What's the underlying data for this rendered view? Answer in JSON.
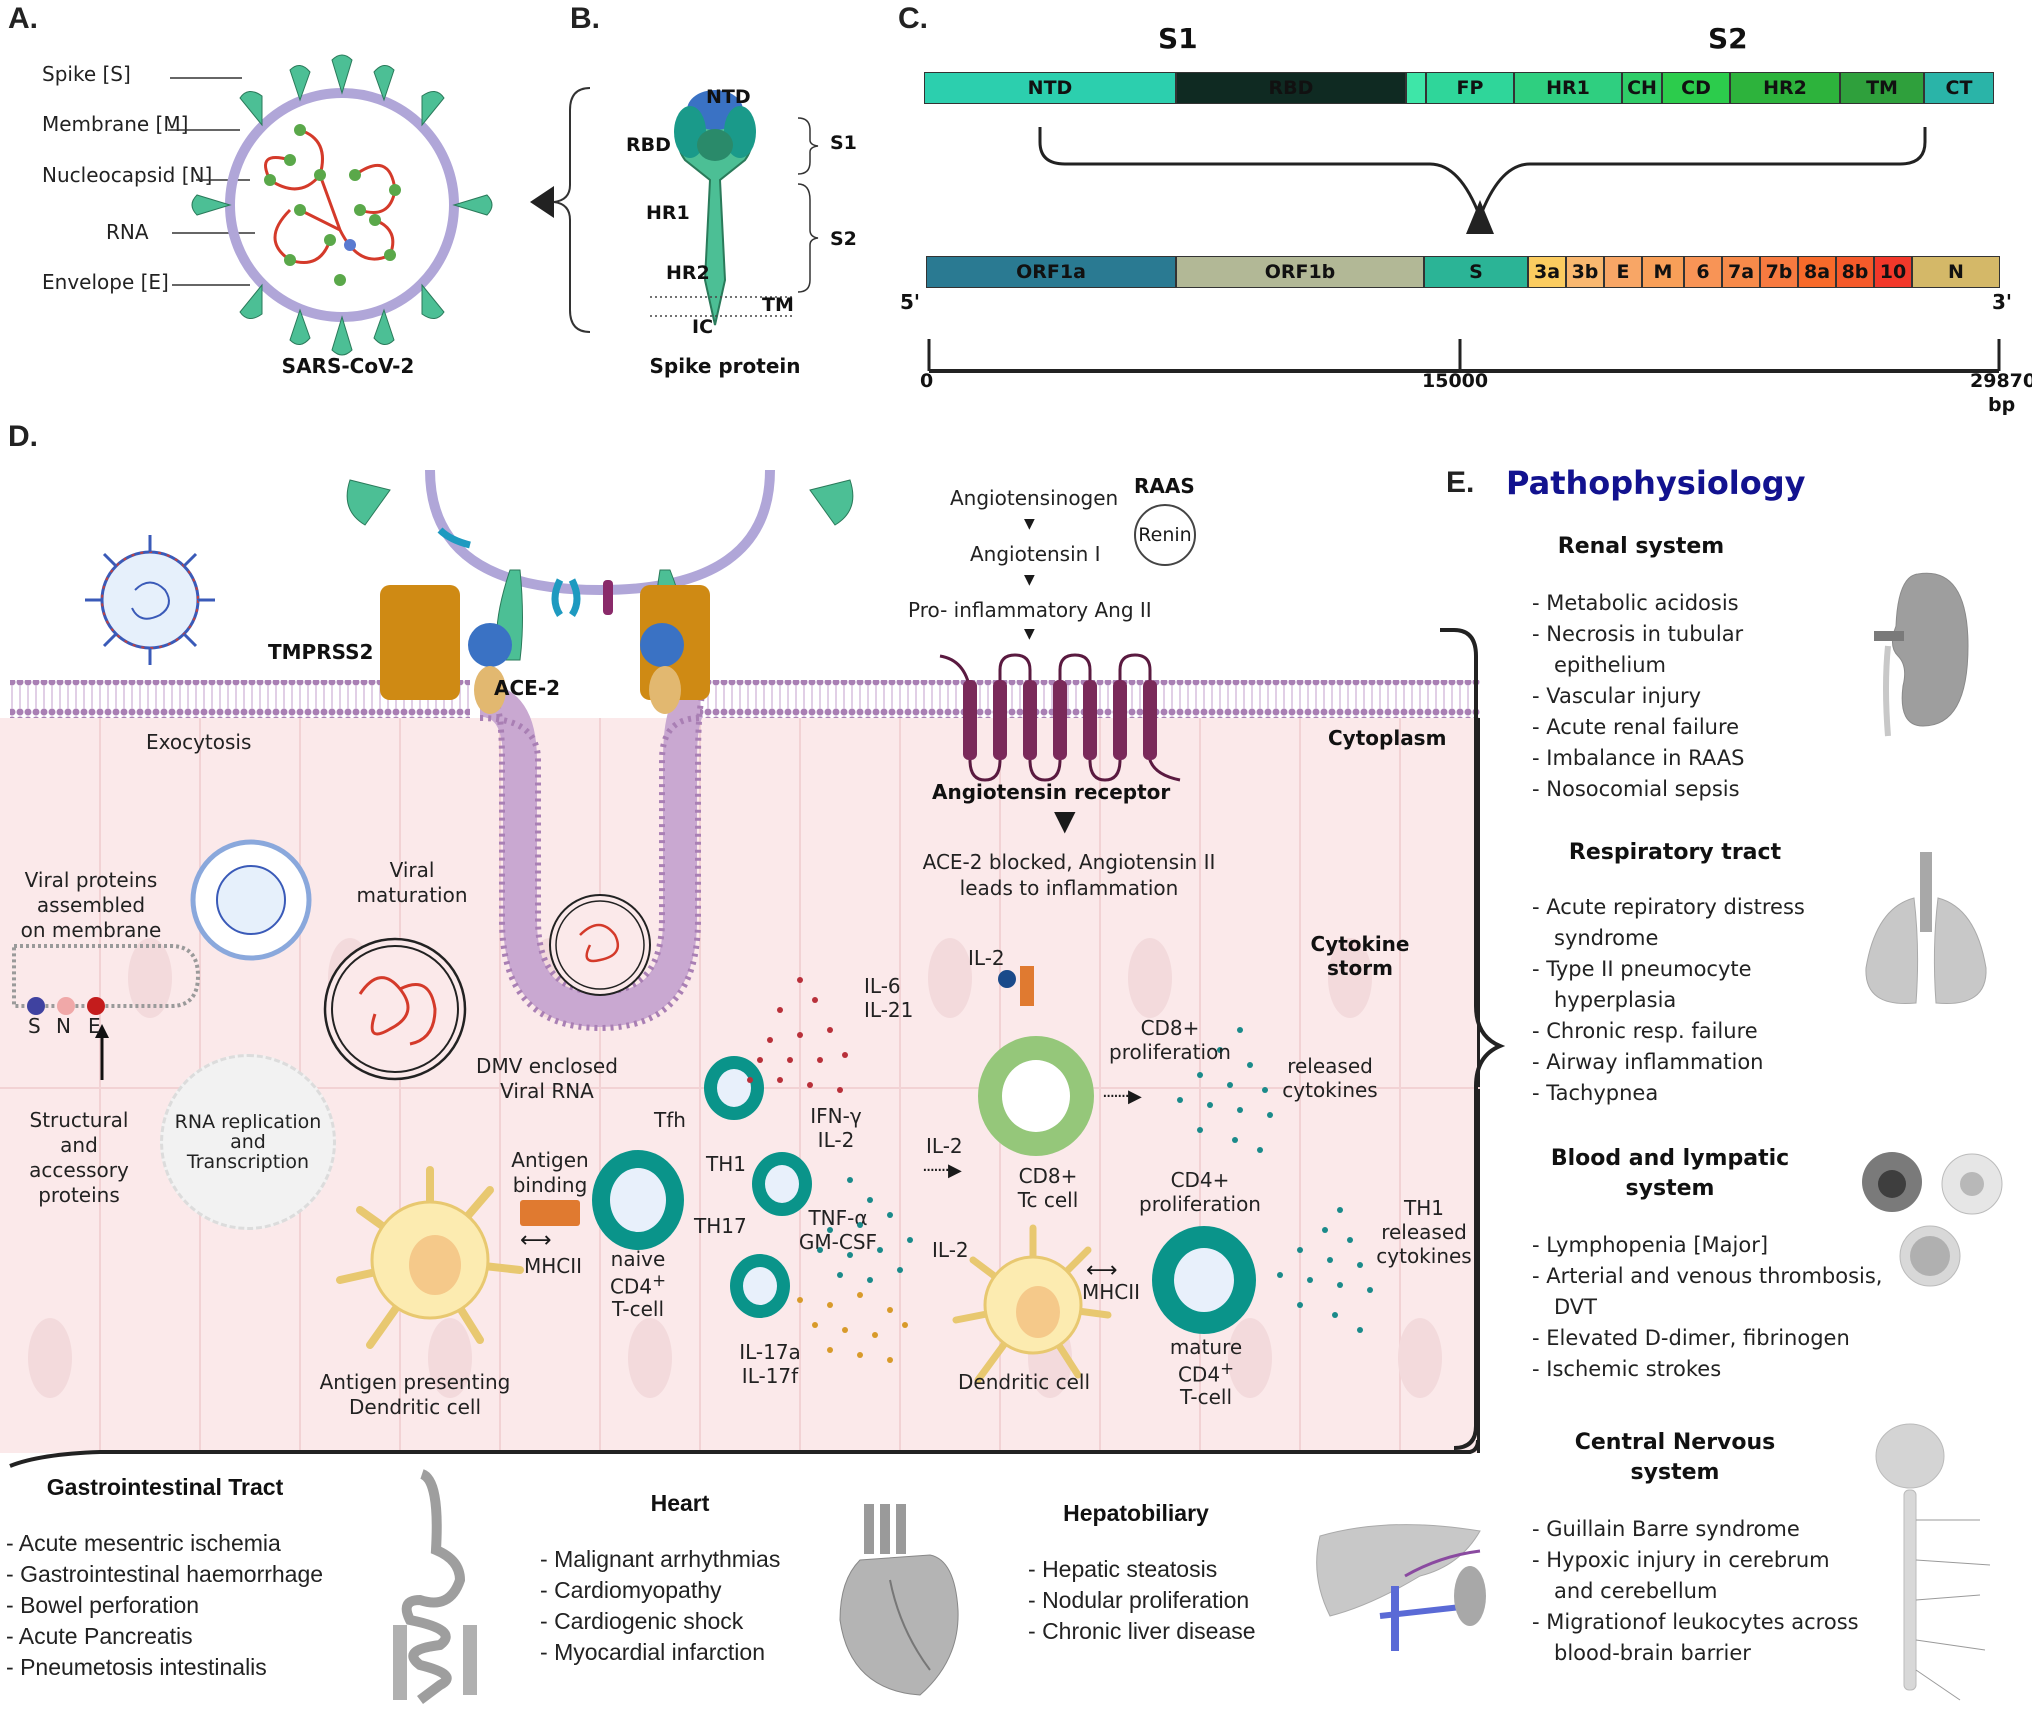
{
  "panelA": {
    "letter": "A.",
    "labels": [
      "Spike [S]",
      "Membrane [M]",
      "Nucleocapsid [N]",
      "RNA",
      "Envelope [E]"
    ],
    "caption": "SARS-CoV-2"
  },
  "panelB": {
    "letter": "B.",
    "domains": {
      "ntd": "NTD",
      "rbd": "RBD",
      "hr1": "HR1",
      "hr2": "HR2",
      "tm": "TM",
      "ic": "IC"
    },
    "subunits": {
      "s1": "S1",
      "s2": "S2"
    },
    "caption": "Spike protein"
  },
  "panelC": {
    "letter": "C.",
    "s1_label": "S1",
    "s2_label": "S2",
    "spike_domains": [
      {
        "label": "NTD",
        "color": "#2ab4a8"
      },
      {
        "label": "RBD",
        "color": "#2ccfae"
      },
      {
        "label": "",
        "color": "#0f2a22"
      },
      {
        "label": "FP",
        "color": "#3ee6a8"
      },
      {
        "label": "HR1",
        "color": "#2fd69a"
      },
      {
        "label": "CH",
        "color": "#2fcf80"
      },
      {
        "label": "CD",
        "color": "#2fcc68"
      },
      {
        "label": "HR2",
        "color": "#2ccc4c"
      },
      {
        "label": "TM",
        "color": "#2db33c"
      },
      {
        "label": "CT",
        "color": "#2fa03c"
      }
    ],
    "genome_segments": [
      {
        "label": "ORF1a",
        "color": "#2a7a92"
      },
      {
        "label": "ORF1b",
        "color": "#b2b896"
      },
      {
        "label": "S",
        "color": "#2bb496"
      },
      {
        "label": "3a",
        "color": "#fbcc60"
      },
      {
        "label": "3b",
        "color": "#f9b870"
      },
      {
        "label": "E",
        "color": "#f8a666"
      },
      {
        "label": "M",
        "color": "#f89f58"
      },
      {
        "label": "6",
        "color": "#f89456"
      },
      {
        "label": "7a",
        "color": "#f78a4a"
      },
      {
        "label": "7b",
        "color": "#f77a40"
      },
      {
        "label": "8a",
        "color": "#f76a2a"
      },
      {
        "label": "8b",
        "color": "#f55a2a"
      },
      {
        "label": "10",
        "color": "#f2382a"
      },
      {
        "label": "N",
        "color": "#d4b868"
      }
    ],
    "five_prime": "5'",
    "three_prime": "3'",
    "scale_ticks": [
      "0",
      "15000",
      "29870"
    ],
    "scale_unit": "bp"
  },
  "panelD": {
    "letter": "D.",
    "tmprss2": "TMPRSS2",
    "ace2": "ACE-2",
    "exocytosis": "Exocytosis",
    "raas": "RAAS",
    "renin": "Renin",
    "angiotensinogen": "Angiotensinogen",
    "angiotensin_i": "Angiotensin I",
    "ang_ii": "Pro- inflammatory Ang II",
    "receptor": "Angiotensin receptor",
    "blocked_1": "ACE-2 blocked, Angiotensin II",
    "blocked_2": "leads to inflammation",
    "cytoplasm": "Cytoplasm",
    "viral_proteins": [
      "Viral proteins",
      "assembled",
      "on membrane"
    ],
    "viral_maturation": [
      "Viral",
      "maturation"
    ],
    "sne": [
      "S",
      "N",
      "E"
    ],
    "structural": [
      "Structural",
      "and",
      "accessory",
      "proteins"
    ],
    "rna_rep": [
      "RNA replication",
      "and",
      "Transcription"
    ],
    "dmv": [
      "DMV enclosed",
      "Viral RNA"
    ],
    "apc": [
      "Antigen presenting",
      "Dendritic cell"
    ],
    "antigen_binding": [
      "Antigen",
      "binding"
    ],
    "mhcii": "MHCII",
    "naive": [
      "naive",
      "CD4",
      "T-cell"
    ],
    "tfh": "Tfh",
    "th1": "TH1",
    "th17": "TH17",
    "il6": [
      "IL-6",
      "IL-21"
    ],
    "ifn": [
      "IFN-γ",
      "IL-2"
    ],
    "tnf": [
      "TNF-α",
      "GM-CSF"
    ],
    "il17": [
      "IL-17a",
      "IL-17f"
    ],
    "il2": "IL-2",
    "cd8_prolif": [
      "CD8+",
      "proliferation"
    ],
    "cd8_cell": [
      "CD8+",
      "Tc cell"
    ],
    "released": [
      "released",
      "cytokines"
    ],
    "cytokine_storm": [
      "Cytokine",
      "storm"
    ],
    "cd4_prolif": [
      "CD4+",
      "proliferation"
    ],
    "th1_released": [
      "TH1",
      "released",
      "cytokines"
    ],
    "dendritic": "Dendritic cell",
    "mature": [
      "mature",
      "CD4",
      "T-cell"
    ]
  },
  "panelE": {
    "letter": "E.",
    "title": "Pathophysiology",
    "title_color": "#12128f",
    "systems": [
      {
        "title": "Renal system",
        "items": [
          "Metabolic acidosis",
          "Necrosis in tubular epithelium",
          "Vascular injury",
          "Acute renal failure",
          "Imbalance in RAAS",
          "Nosocomial sepsis"
        ],
        "icon": "kidney-icon"
      },
      {
        "title": "Respiratory tract",
        "items": [
          "Acute repiratory distress syndrome",
          "Type II pneumocyte hyperplasia",
          "Chronic resp. failure",
          "Airway inflammation",
          "Tachypnea"
        ],
        "icon": "lungs-icon"
      },
      {
        "title": "Blood and lympatic system",
        "items": [
          "Lymphopenia [Major]",
          "Arterial and venous thrombosis, DVT",
          "Elevated D-dimer, fibrinogen",
          "Ischemic strokes"
        ],
        "icon": "blood-cells-icon"
      },
      {
        "title": "Central Nervous system",
        "items": [
          "Guillain Barre syndrome",
          "Hypoxic injury in cerebrum and cerebellum",
          "Migrationof leukocytes across blood-brain barrier"
        ],
        "icon": "nervous-system-icon"
      }
    ]
  },
  "bottom": {
    "gi": {
      "title": "Gastrointestinal Tract",
      "items": [
        "Acute mesentric ischemia",
        "Gastrointestinal haemorrhage",
        "Bowel perforation",
        "Acute Pancreatis",
        "Pneumetosis intestinalis"
      ]
    },
    "heart": {
      "title": "Heart",
      "items": [
        "Malignant arrhythmias",
        "Cardiomyopathy",
        "Cardiogenic shock",
        "Myocardial infarction"
      ]
    },
    "hepato": {
      "title": "Hepatobiliary",
      "items": [
        "Hepatic steatosis",
        "Nodular proliferation",
        "Chronic liver disease"
      ]
    }
  }
}
